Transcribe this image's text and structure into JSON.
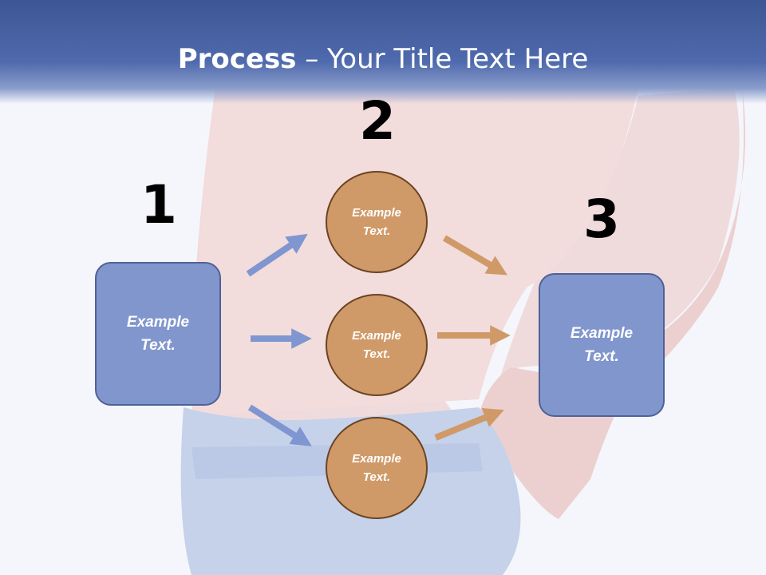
{
  "title": {
    "bold": "Process",
    "rest": " – Your Title Text Here"
  },
  "steps": [
    {
      "number": "1",
      "text": "Example Text."
    },
    {
      "number": "2",
      "items": [
        "Example Text.",
        "Example Text.",
        "Example Text."
      ]
    },
    {
      "number": "3",
      "text": "Example Text."
    }
  ],
  "colors": {
    "header": "#4f6aad",
    "box": "#8096cd",
    "circle": "#cf9a68",
    "arrow_blue": "#7f96d0",
    "arrow_orange": "#cf9a68"
  }
}
